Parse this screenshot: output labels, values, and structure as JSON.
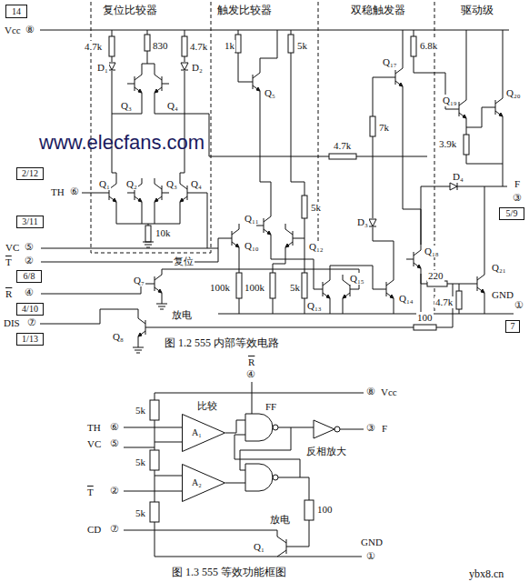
{
  "diagram": {
    "nodes": [
      {
        "text": [
          "14"
        ]
      },
      {
        "text": [
          "2/12"
        ]
      },
      {
        "text": [
          "3/11"
        ]
      },
      {
        "text": [
          "6/8"
        ]
      },
      {
        "text": [
          "4/10"
        ]
      },
      {
        "text": [
          "1/13"
        ]
      },
      {
        "text": [
          "5/9"
        ]
      },
      {
        "text": [
          "7"
        ]
      },
      {
        "text": [
          "A₁"
        ]
      },
      {
        "text": [
          "A₂"
        ]
      }
    ],
    "labels": [
      "Vcc",
      "⑧",
      "复位比较器",
      "触发比较器",
      "双稳触发器",
      "驱动级",
      "4.7k",
      "830",
      "4.7k",
      "D₁",
      "D₂",
      "Q₃",
      "Q₄",
      "www.elecfans.com",
      "Q₁",
      "Q₂",
      "Q₃",
      "Q₄",
      "10k",
      "TH",
      "⑥",
      "1k",
      "5k",
      "Q₅",
      "6.8k",
      "Q₁₇",
      "7k",
      "4.7k",
      "Q₁₉",
      "Q₂₀",
      "3.9k",
      "D₄",
      "F",
      "③",
      "VC",
      "⑤",
      "T",
      "②",
      "5k",
      "Q₁₀",
      "Q₁₁",
      "Q₁₂",
      "D₃",
      "Q₁₈",
      "复位",
      "Q₇",
      "R",
      "④",
      "100k",
      "100k",
      "5k",
      "Q₁₃",
      "Q₁₅",
      "Q₁₄",
      "220",
      "4.7k",
      "Q₂₁",
      "GND",
      "①",
      "放电",
      "Q₈",
      "DIS",
      "⑦",
      "100",
      "图 1.2 555 内部等效电路",
      "R",
      "④",
      "⑧",
      "Vcc",
      "5k",
      "比较",
      "FF",
      "TH",
      "⑥",
      "VC",
      "⑤",
      "③",
      "F",
      "反相放大",
      "5k",
      "T",
      "②",
      "100",
      "5k",
      "CD",
      "⑦",
      "放电",
      "Q₁",
      "GND",
      "①",
      "图 1.3 555 等效功能框图",
      "ybx8.cn"
    ]
  }
}
